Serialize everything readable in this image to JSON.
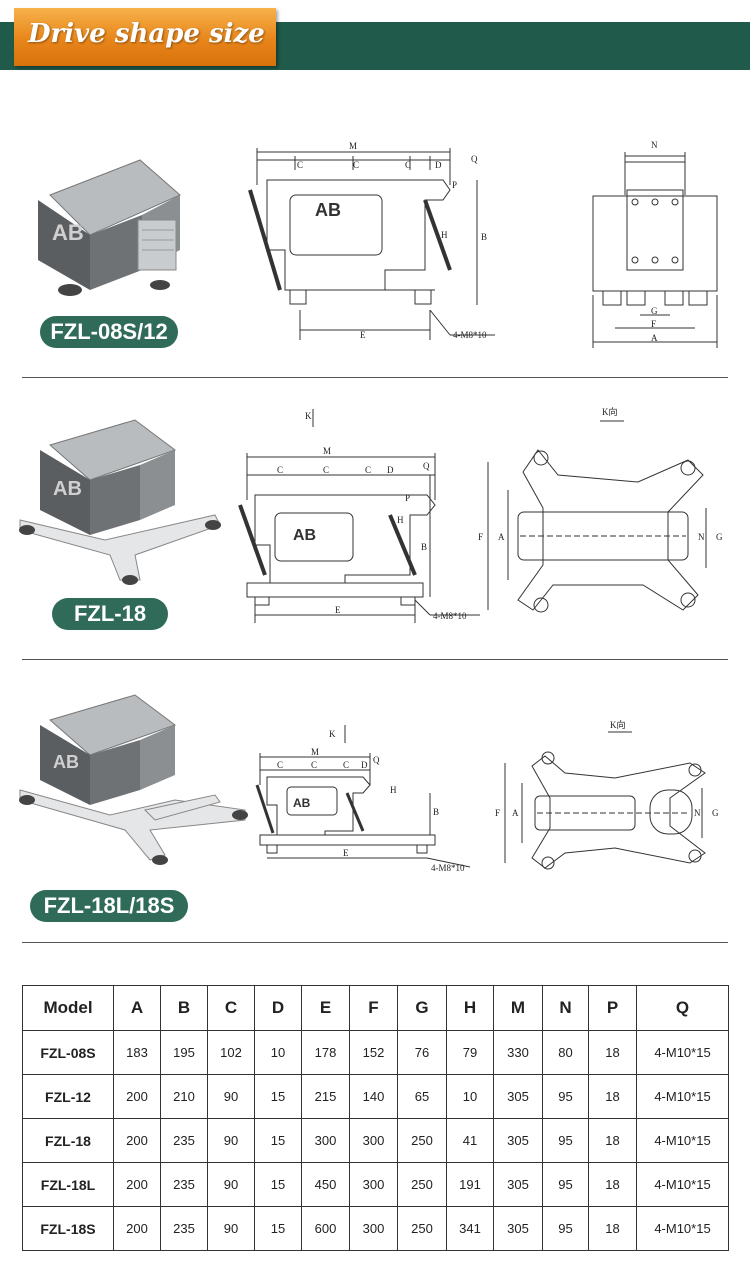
{
  "header": {
    "title": "Drive shape size"
  },
  "sections": [
    {
      "model_label": "FZL-08S/12",
      "front_labels": {
        "M": "M",
        "C1": "C",
        "C2": "C",
        "C3": "C",
        "D": "D",
        "Q": "Q",
        "P": "P",
        "H": "H",
        "B": "B",
        "E": "E",
        "hole": "4-M8*10"
      },
      "side_labels": {
        "N": "N",
        "G": "G",
        "F": "F",
        "A": "A"
      }
    },
    {
      "model_label": "FZL-18",
      "front_labels": {
        "K": "K",
        "M": "M",
        "C1": "C",
        "C2": "C",
        "C3": "C",
        "D": "D",
        "Q": "Q",
        "P": "P",
        "H": "H",
        "B": "B",
        "E": "E",
        "hole": "4-M8*10"
      },
      "top_labels": {
        "view": "K向",
        "F": "F",
        "A": "A",
        "N": "N",
        "G": "G"
      }
    },
    {
      "model_label": "FZL-18L/18S",
      "front_labels": {
        "K": "K",
        "M": "M",
        "C1": "C",
        "C2": "C",
        "C3": "C",
        "D": "D",
        "Q": "Q",
        "H": "H",
        "B": "B",
        "E": "E",
        "hole": "4-M8*10"
      },
      "top_labels": {
        "view": "K向",
        "F": "F",
        "A": "A",
        "N": "N",
        "G": "G"
      }
    }
  ],
  "table": {
    "headers": [
      "Model",
      "A",
      "B",
      "C",
      "D",
      "E",
      "F",
      "G",
      "H",
      "M",
      "N",
      "P",
      "Q"
    ],
    "rows": [
      [
        "FZL-08S",
        "183",
        "195",
        "102",
        "10",
        "178",
        "152",
        "76",
        "79",
        "330",
        "80",
        "18",
        "4-M10*15"
      ],
      [
        "FZL-12",
        "200",
        "210",
        "90",
        "15",
        "215",
        "140",
        "65",
        "10",
        "305",
        "95",
        "18",
        "4-M10*15"
      ],
      [
        "FZL-18",
        "200",
        "235",
        "90",
        "15",
        "300",
        "300",
        "250",
        "41",
        "305",
        "95",
        "18",
        "4-M10*15"
      ],
      [
        "FZL-18L",
        "200",
        "235",
        "90",
        "15",
        "450",
        "300",
        "250",
        "191",
        "305",
        "95",
        "18",
        "4-M10*15"
      ],
      [
        "FZL-18S",
        "200",
        "235",
        "90",
        "15",
        "600",
        "300",
        "250",
        "341",
        "305",
        "95",
        "18",
        "4-M10*15"
      ]
    ]
  },
  "colors": {
    "band": "#1f5a4a",
    "tab": "#e8851a",
    "pill": "#2f6b58"
  }
}
